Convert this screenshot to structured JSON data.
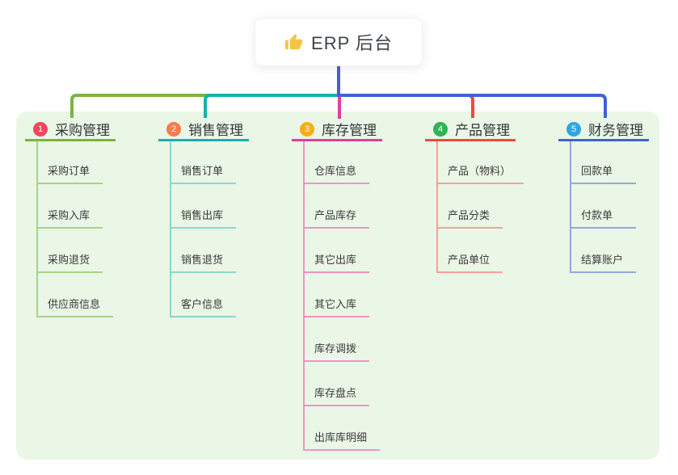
{
  "root": {
    "title": "ERP 后台",
    "icon": "thumbs-up-icon"
  },
  "branches": [
    {
      "index": "1",
      "label": "采购管理",
      "badge_color": "#f0475c",
      "line_color": "#7cb342",
      "child_line_color": "#a8d38b",
      "children": [
        "采购订单",
        "采购入库",
        "采购退货",
        "供应商信息"
      ]
    },
    {
      "index": "2",
      "label": "销售管理",
      "badge_color": "#f77c4d",
      "line_color": "#14b3ae",
      "child_line_color": "#8bd7d2",
      "children": [
        "销售订单",
        "销售出库",
        "销售退货",
        "客户信息"
      ]
    },
    {
      "index": "3",
      "label": "库存管理",
      "badge_color": "#f9ad14",
      "line_color": "#e53d9a",
      "child_line_color": "#f492c5",
      "children": [
        "仓库信息",
        "产品库存",
        "其它出库",
        "其它入库",
        "库存调拨",
        "库存盘点",
        "出库库明细"
      ]
    },
    {
      "index": "4",
      "label": "产品管理",
      "badge_color": "#2fb356",
      "line_color": "#f4483b",
      "child_line_color": "#f8a09a",
      "children": [
        "产品（物料）",
        "产品分类",
        "产品单位"
      ]
    },
    {
      "index": "5",
      "label": "财务管理",
      "badge_color": "#2ea7e0",
      "line_color": "#3e63d6",
      "child_line_color": "#96a8da",
      "children": [
        "回款单",
        "付款单",
        "结算账户"
      ]
    }
  ],
  "colors": {
    "root_connector": "#4d5bd3",
    "panel_bg": "#eaf6e6",
    "thumb_icon": "#f6c445"
  }
}
